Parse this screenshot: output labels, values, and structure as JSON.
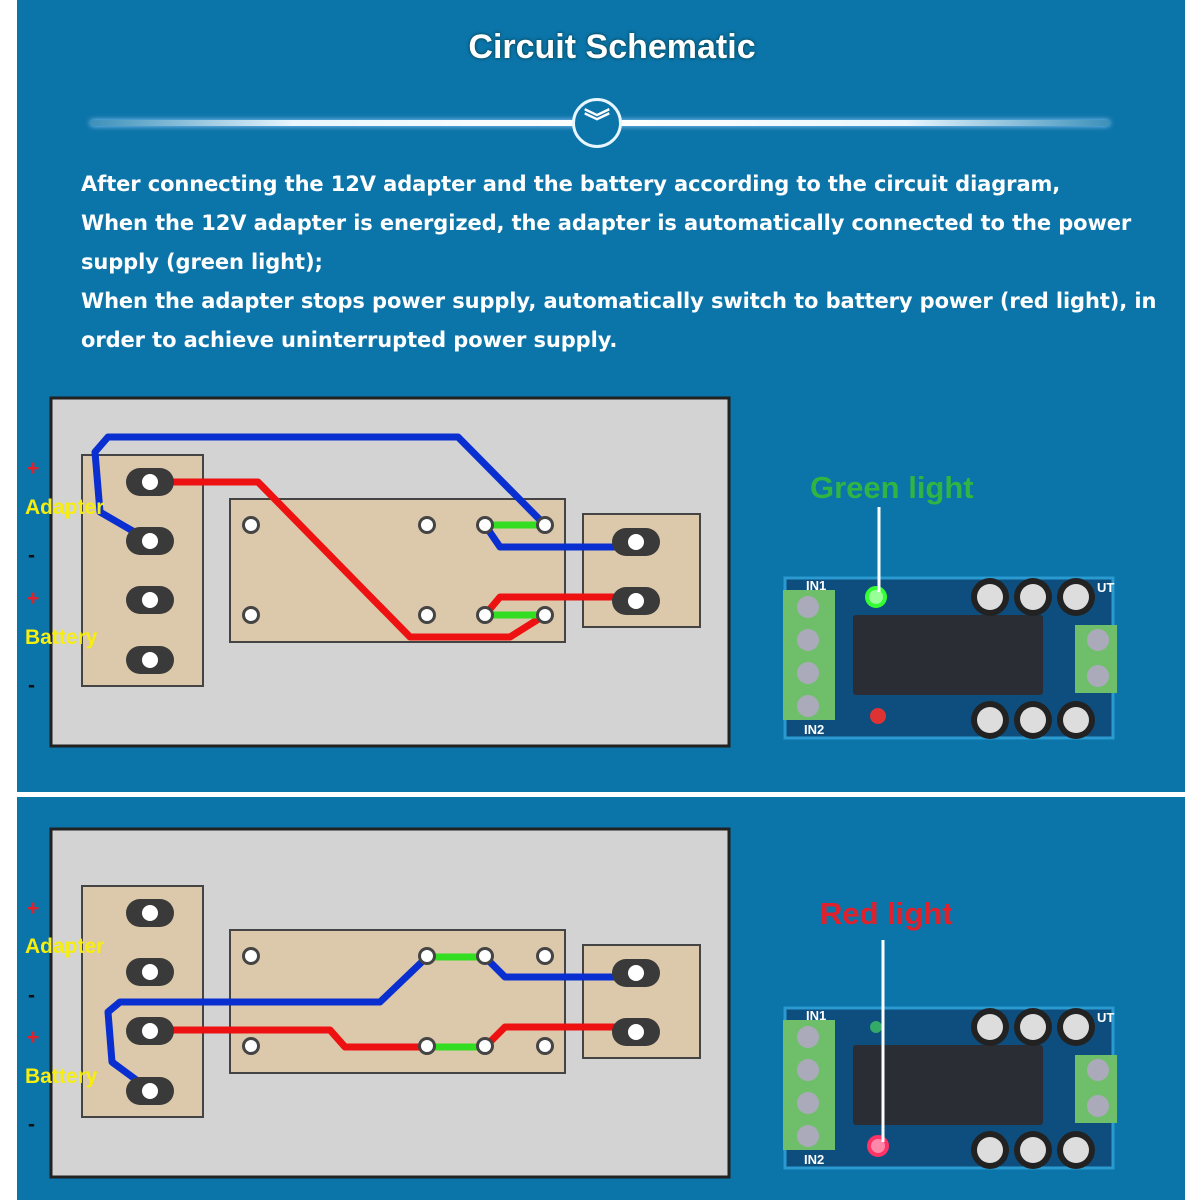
{
  "title": "Circuit Schematic",
  "divider_icon": "double-chevron-down-icon",
  "description": [
    "After connecting the 12V adapter and the battery according to the circuit diagram,",
    "When the 12V adapter is energized, the adapter is automatically connected to the power",
    "supply (green light);",
    "When the adapter stops power supply, automatically switch to battery power (red light), in",
    "order to achieve uninterrupted power supply."
  ],
  "terminal_labels": {
    "plus": "+",
    "adapter": "Adapter",
    "minus": "-",
    "battery": "Battery"
  },
  "panel1": {
    "indicator": "Green light",
    "indicator_color": "#2fb544"
  },
  "panel2": {
    "indicator": "Red light",
    "indicator_color": "#e0202a"
  },
  "pcb_labels": {
    "in1": "IN1",
    "in2": "IN2",
    "out": "UT"
  },
  "colors": {
    "background": "#0b74a8",
    "wire_positive": "#ee1111",
    "wire_negative": "#0a2fd0",
    "relay_contact": "#33dd22",
    "label": "#f6ee10"
  }
}
